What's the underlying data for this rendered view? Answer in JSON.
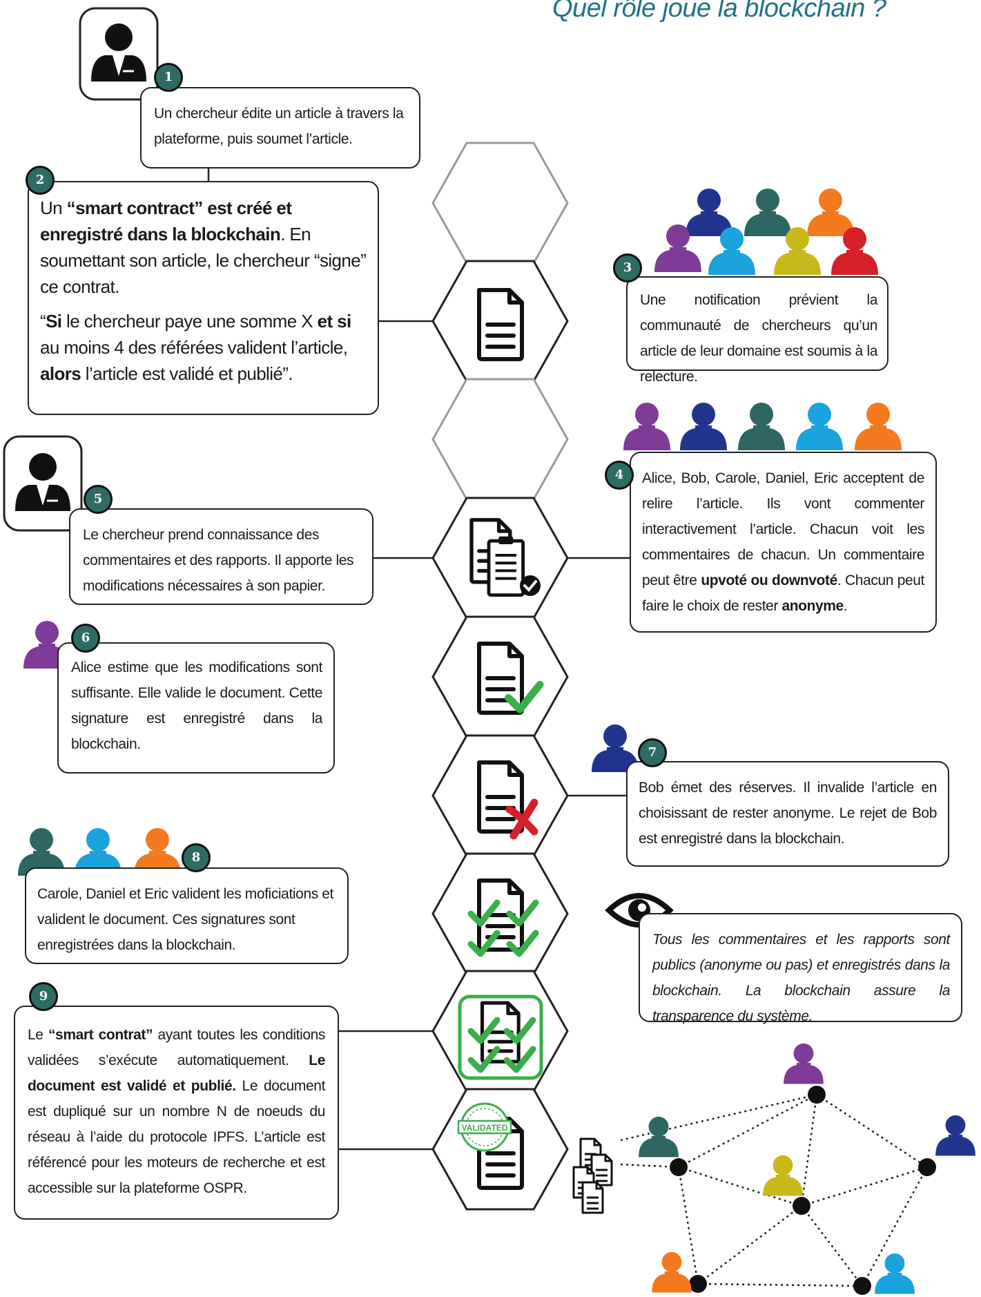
{
  "title": "Quel rôle joue la blockchain ?",
  "colors": {
    "badge": "#2e6b65",
    "purple": "#7e3b97",
    "navy": "#22358e",
    "teal": "#2d6662",
    "orange": "#f47a1f",
    "lightblue": "#1aa3dd",
    "olive": "#c9b81a",
    "red": "#d5202a",
    "title": "#1f7288",
    "check": "#3aae4a",
    "cross": "#d5202a"
  },
  "steps": {
    "s1": {
      "num": "1",
      "text": "Un chercheur édite un article à travers la plateforme, puis soumet l’article."
    },
    "s2": {
      "num": "2",
      "p1": [
        {
          "t": "Un ",
          "b": false
        },
        {
          "t": "“smart contract” est créé et enregistré dans la blockchain",
          "b": true
        },
        {
          "t": ". En soumettant son article, le chercheur “signe” ce contrat.",
          "b": false
        }
      ],
      "p2": [
        {
          "t": "“",
          "b": false
        },
        {
          "t": "Si",
          "b": true
        },
        {
          "t": " le chercheur paye une somme X ",
          "b": false
        },
        {
          "t": "et si",
          "b": true
        },
        {
          "t": " au moins 4 des référées valident l’article, ",
          "b": false
        },
        {
          "t": "alors",
          "b": true
        },
        {
          "t": " l’article est validé et publié”.",
          "b": false
        }
      ]
    },
    "s3": {
      "num": "3",
      "text": "Une notification prévient la communauté de chercheurs qu’un article de leur domaine est soumis à la relecture."
    },
    "s4": {
      "num": "4",
      "parts": [
        {
          "t": "Alice, Bob, Carole, Daniel, Eric acceptent de relire l’article. Ils vont commenter interactivement l’article. Chacun voit les commentaires de chacun. Un commentaire peut être ",
          "b": false
        },
        {
          "t": "upvoté ou downvoté",
          "b": true
        },
        {
          "t": ". Chacun peut faire le choix de rester ",
          "b": false
        },
        {
          "t": "anonyme",
          "b": true
        },
        {
          "t": ".",
          "b": false
        }
      ]
    },
    "s5": {
      "num": "5",
      "text": "Le chercheur prend connaissance des commentaires et des rapports. Il apporte les modifications nécessaires à son papier."
    },
    "s6": {
      "num": "6",
      "text": "Alice estime que les modifications sont suffisante. Elle valide le document. Cette signature est enregistré dans la blockchain."
    },
    "s7": {
      "num": "7",
      "text": "Bob émet des réserves. Il invalide l’article en choisissant de rester anonyme. Le rejet de Bob est enregistré dans la blockchain."
    },
    "s8": {
      "num": "8",
      "text": "Carole, Daniel et Eric valident les moficiations et valident le document. Ces signatures sont enregistrées dans la blockchain."
    },
    "s9": {
      "num": "9",
      "parts": [
        {
          "t": "Le ",
          "b": false
        },
        {
          "t": "“smart contrat”",
          "b": true
        },
        {
          "t": " ayant toutes les conditions validées s’exécute automatiquement. ",
          "b": false
        },
        {
          "t": "Le document est validé et publié.",
          "b": true
        },
        {
          "t": " Le document est dupliqué sur un nombre N de noeuds du réseau à l’aide du protocole IPFS. L’article est référencé pour les moteurs de recherche et est accessible sur la plateforme OSPR.",
          "b": false
        }
      ]
    },
    "eye_note": {
      "text": "Tous les commentaires et les rapports sont publics (anonyme ou pas) et enregistrés dans la blockchain. La blockchain assure la transparence du système."
    }
  },
  "stamp_text": "VALIDATED",
  "icons": [
    "researcher-avatar-icon",
    "document-icon",
    "documents-review-icon",
    "document-check-icon",
    "document-cross-icon",
    "document-multi-check-icon",
    "document-validated-icon",
    "eye-icon",
    "network-icon",
    "person-icon"
  ]
}
